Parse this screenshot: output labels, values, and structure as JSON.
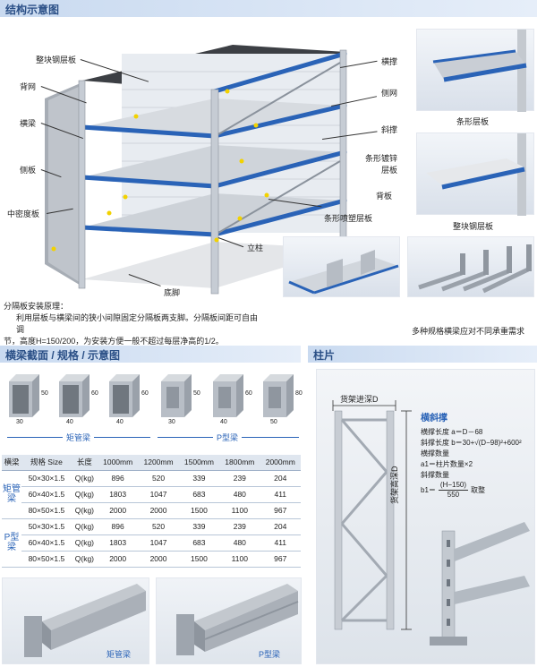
{
  "sections": {
    "structure": "结构示意图",
    "beam": "横梁截面 / 规格 / 示意图",
    "column": "柱片"
  },
  "callouts": {
    "left": [
      "整块钢层板",
      "背网",
      "横梁",
      "侧板",
      "中密度板"
    ],
    "right": [
      "横撑",
      "侧网",
      "斜撑",
      "条形镀锌",
      "层板",
      "背板",
      "条形喷塑层板"
    ],
    "bottom": [
      "立柱",
      "底脚"
    ]
  },
  "side_captions": {
    "strip_shelf": "条形层板",
    "steel_shelf": "整块钢层板",
    "beams_caption": "多种规格横梁应对不同承重需求"
  },
  "divider_note": {
    "title": "分隔板安装原理：",
    "line1": "利用层板与横梁间的狭小间隙固定分隔板两支脚。分隔板间距可自由调",
    "line2": "节，高度H=150/200，为安装方便一般不超过每层净高的1/2。"
  },
  "sections_dims": [
    {
      "w": "30",
      "h": "50"
    },
    {
      "w": "40",
      "h": "60"
    },
    {
      "w": "40",
      "h": "60"
    },
    {
      "w": "30",
      "h": "50"
    },
    {
      "w": "40",
      "h": "60"
    },
    {
      "w": "50",
      "h": "80"
    }
  ],
  "section_groups": {
    "rect": "矩管梁",
    "p": "P型梁"
  },
  "table": {
    "headers": [
      "横梁",
      "规格 Size",
      "长度",
      "1000mm",
      "1200mm",
      "1500mm",
      "1800mm",
      "2000mm"
    ],
    "group_rect": "矩管梁",
    "group_p": "P型梁",
    "rows": [
      [
        "50×30×1.5",
        "Q(kg)",
        "896",
        "520",
        "339",
        "239",
        "204"
      ],
      [
        "60×40×1.5",
        "Q(kg)",
        "1803",
        "1047",
        "683",
        "480",
        "411"
      ],
      [
        "80×50×1.5",
        "Q(kg)",
        "2000",
        "2000",
        "1500",
        "1100",
        "967"
      ],
      [
        "50×30×1.5",
        "Q(kg)",
        "896",
        "520",
        "339",
        "239",
        "204"
      ],
      [
        "60×40×1.5",
        "Q(kg)",
        "1803",
        "1047",
        "683",
        "480",
        "411"
      ],
      [
        "80×50×1.5",
        "Q(kg)",
        "2000",
        "2000",
        "1500",
        "1100",
        "967"
      ]
    ]
  },
  "beam_images": {
    "rect": "矩管梁",
    "p": "P型梁"
  },
  "column": {
    "depth_label": "货架进深D",
    "height_label": "货架高深D",
    "formula_title": "横斜撑",
    "f1": "横撑长度 a＝D－68",
    "f2": "斜撑长度 b＝30+√(D−98)²+600²",
    "f3": "横撑数量",
    "f4": "a1＝柱片数量×2",
    "f5": "斜撑数量",
    "f6a": "(H−150)",
    "f6b": "550",
    "f6pre": "b1＝",
    "f6post": "取整"
  },
  "colors": {
    "blue": "#2a63b7",
    "bar": "#c9daf0",
    "title": "#2a4f86"
  }
}
